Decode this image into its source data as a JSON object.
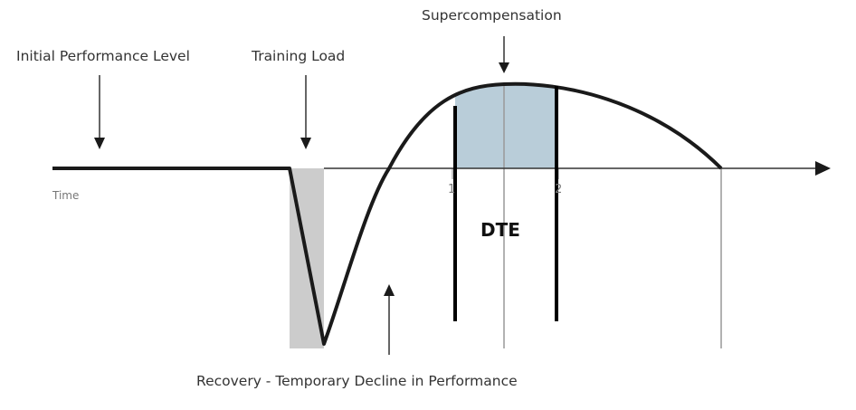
{
  "labels": {
    "initial_performance": "Initial Performance Level",
    "training_load": "Training Load",
    "supercompensation": "Supercompensation",
    "recovery": "Recovery - Temporary Decline in Performance",
    "time_axis": "Time",
    "tick_1": "1",
    "tick_2": "2",
    "dte": "DTE"
  },
  "colors": {
    "curve": "#1a1a1a",
    "training_load_band": "#cccccc",
    "supercompensation_fill": "#b9cdd9",
    "axis": "#333333",
    "guide_lines": "#999999",
    "dte_bars": "#000000"
  }
}
